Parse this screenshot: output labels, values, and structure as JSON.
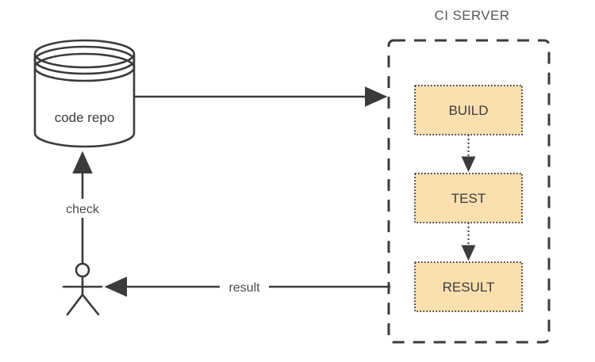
{
  "diagram": {
    "title_label": "CI SERVER",
    "colors": {
      "box_fill": "#fbdfaf",
      "box_border": "#3b3b3b",
      "line": "#3b3b3b",
      "group_border": "#3b3b3b",
      "text_dark": "#3b3b3b",
      "text_gray": "#595959",
      "background": "#ffffff"
    },
    "source": {
      "label": "code repo",
      "shape": "cylinder"
    },
    "actor": {
      "label": "",
      "shape": "stick-figure"
    },
    "group": {
      "label": "CI SERVER",
      "border_style": "dashed"
    },
    "nodes": [
      {
        "id": "build",
        "label": "BUILD"
      },
      {
        "id": "test",
        "label": "TEST"
      },
      {
        "id": "result",
        "label": "RESULT"
      }
    ],
    "edges": [
      {
        "id": "repo-to-ci",
        "label": "",
        "style": "solid",
        "from": "code repo",
        "to": "CI SERVER"
      },
      {
        "id": "build-to-test",
        "label": "",
        "style": "dotted",
        "from": "BUILD",
        "to": "TEST"
      },
      {
        "id": "test-to-result",
        "label": "",
        "style": "dotted",
        "from": "TEST",
        "to": "RESULT"
      },
      {
        "id": "ci-to-actor",
        "label": "result",
        "style": "solid",
        "from": "CI SERVER",
        "to": "actor"
      },
      {
        "id": "actor-to-repo",
        "label": "check",
        "style": "solid",
        "from": "actor",
        "to": "code repo"
      }
    ]
  }
}
